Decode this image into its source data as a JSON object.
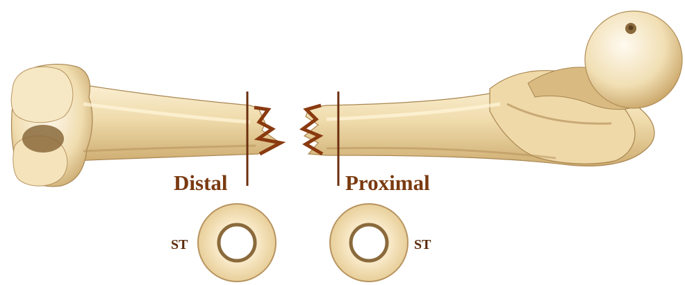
{
  "labels": {
    "distal": "Distal",
    "proximal": "Proximal",
    "st_left": "ST",
    "st_right": "ST"
  },
  "colors": {
    "bone_light": "#f7e9c6",
    "bone_mid": "#e6cf9c",
    "bone_shadow": "#c9a46a",
    "bone_dark": "#8f6a3a",
    "cut_line": "#6b2e0e",
    "label": "#7a3a10"
  },
  "icons": {
    "distal_fragment": "femur-distal-fragment",
    "proximal_fragment": "femur-proximal-fragment",
    "cross_section": "bone-cross-section-ring"
  }
}
